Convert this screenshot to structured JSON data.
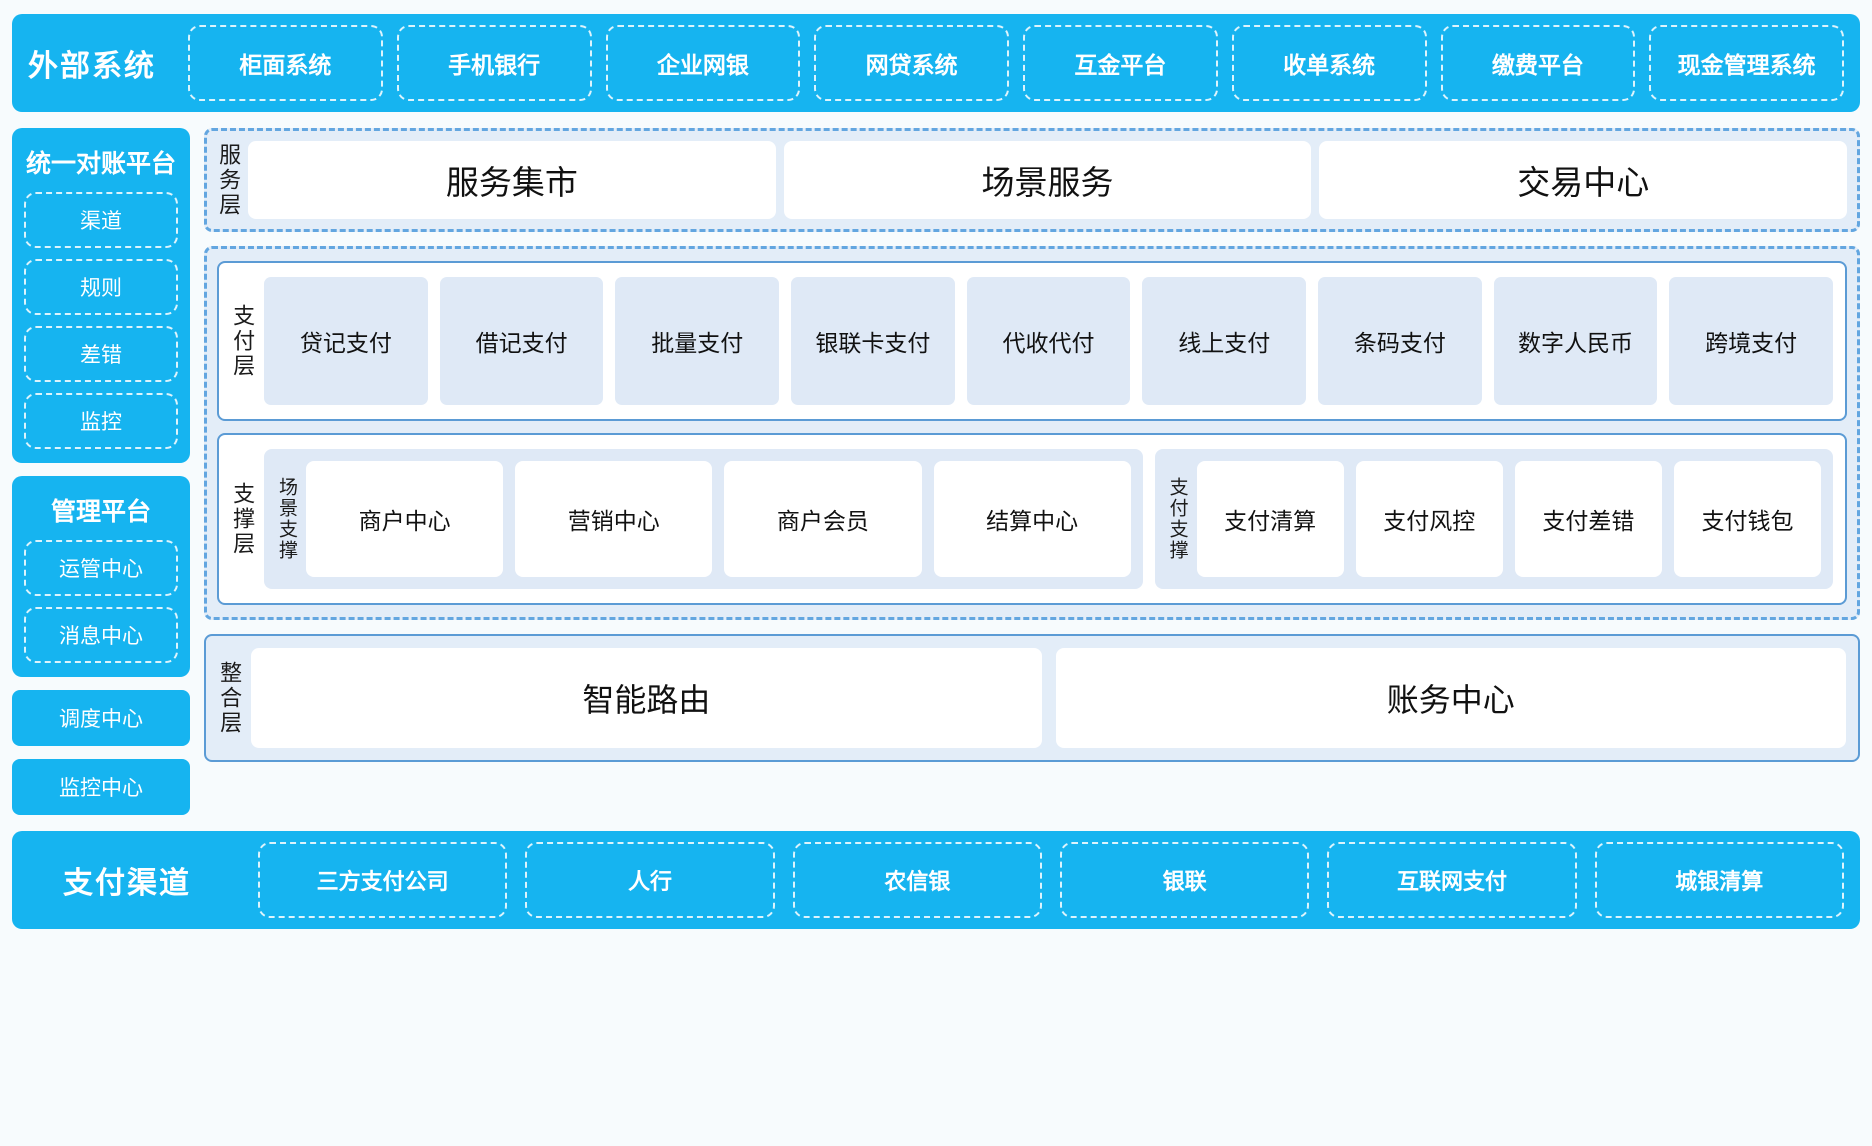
{
  "external_systems": {
    "title": "外部系统",
    "items": [
      "柜面系统",
      "手机银行",
      "企业网银",
      "网贷系统",
      "互金平台",
      "收单系统",
      "缴费平台",
      "现金管理系统"
    ]
  },
  "reconciliation_platform": {
    "title": "统一对账平台",
    "items": [
      "渠道",
      "规则",
      "差错",
      "监控"
    ]
  },
  "management_platform": {
    "title": "管理平台",
    "items": [
      "运管中心",
      "消息中心"
    ]
  },
  "standalone_modules": [
    "调度中心",
    "监控中心"
  ],
  "service_layer": {
    "label": "服务层",
    "items": [
      "服务集市",
      "场景服务",
      "交易中心"
    ]
  },
  "payment_layer": {
    "label": "支付层",
    "items": [
      "贷记支付",
      "借记支付",
      "批量支付",
      "银联卡支付",
      "代收代付",
      "线上支付",
      "条码支付",
      "数字人民币",
      "跨境支付"
    ]
  },
  "support_layer": {
    "label": "支撑层",
    "groups": [
      {
        "label": "场景支撑",
        "items": [
          "商户中心",
          "营销中心",
          "商户会员",
          "结算中心"
        ]
      },
      {
        "label": "支付支撑",
        "items": [
          "支付清算",
          "支付风控",
          "支付差错",
          "支付钱包"
        ]
      }
    ]
  },
  "integration_layer": {
    "label": "整合层",
    "items": [
      "智能路由",
      "账务中心"
    ]
  },
  "payment_channels": {
    "title": "支付渠道",
    "items": [
      "三方支付公司",
      "人行",
      "农信银",
      "银联",
      "互联网支付",
      "城银清算"
    ]
  },
  "colors": {
    "brand_cyan": "#16b4f0",
    "dashed_blue": "#63a6e0",
    "panel_fill": "#e3edf8",
    "cell_fill": "#dfe9f6",
    "card_border": "#5b9bd5",
    "page_bg": "#f7fbfd"
  }
}
